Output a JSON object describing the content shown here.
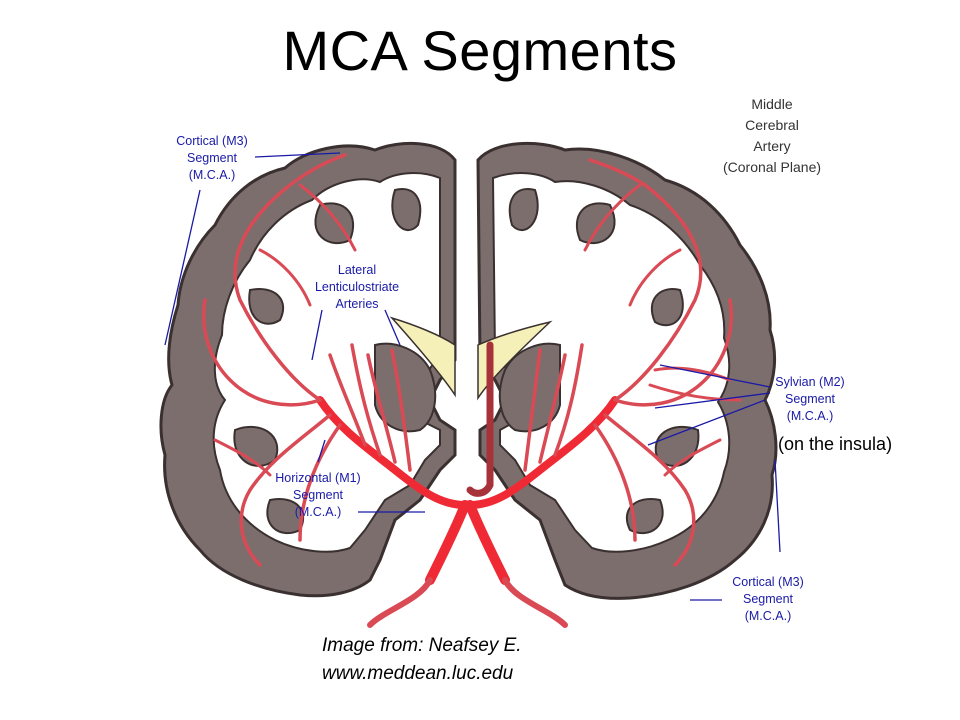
{
  "title": "MCA Segments",
  "plane_label": [
    "Middle",
    "Cerebral",
    "Artery",
    "(Coronal Plane)"
  ],
  "labels": {
    "cortical_left": [
      "Cortical (M3)",
      "Segment",
      "(M.C.A.)"
    ],
    "lenticulostriate": [
      "Lateral",
      "Lenticulostriate",
      "Arteries"
    ],
    "horizontal": [
      "Horizontal (M1)",
      "Segment",
      "(M.C.A.)"
    ],
    "sylvian": [
      "Sylvian (M2)",
      "Segment",
      "(M.C.A.)"
    ],
    "cortical_right": [
      "Cortical (M3)",
      "Segment",
      "(M.C.A.)"
    ]
  },
  "insula_note": "(on the insula)",
  "credit": {
    "line1": "Image from: Neafsey E.",
    "line2": "www.meddean.luc.edu"
  },
  "colors": {
    "gray_matter": "#7d6e6e",
    "gray_outline": "#3a3030",
    "artery": "#d94a55",
    "artery_core": "#ef2a35",
    "ventricle": "#f5f0b8",
    "leader": "#1a1aa6"
  }
}
